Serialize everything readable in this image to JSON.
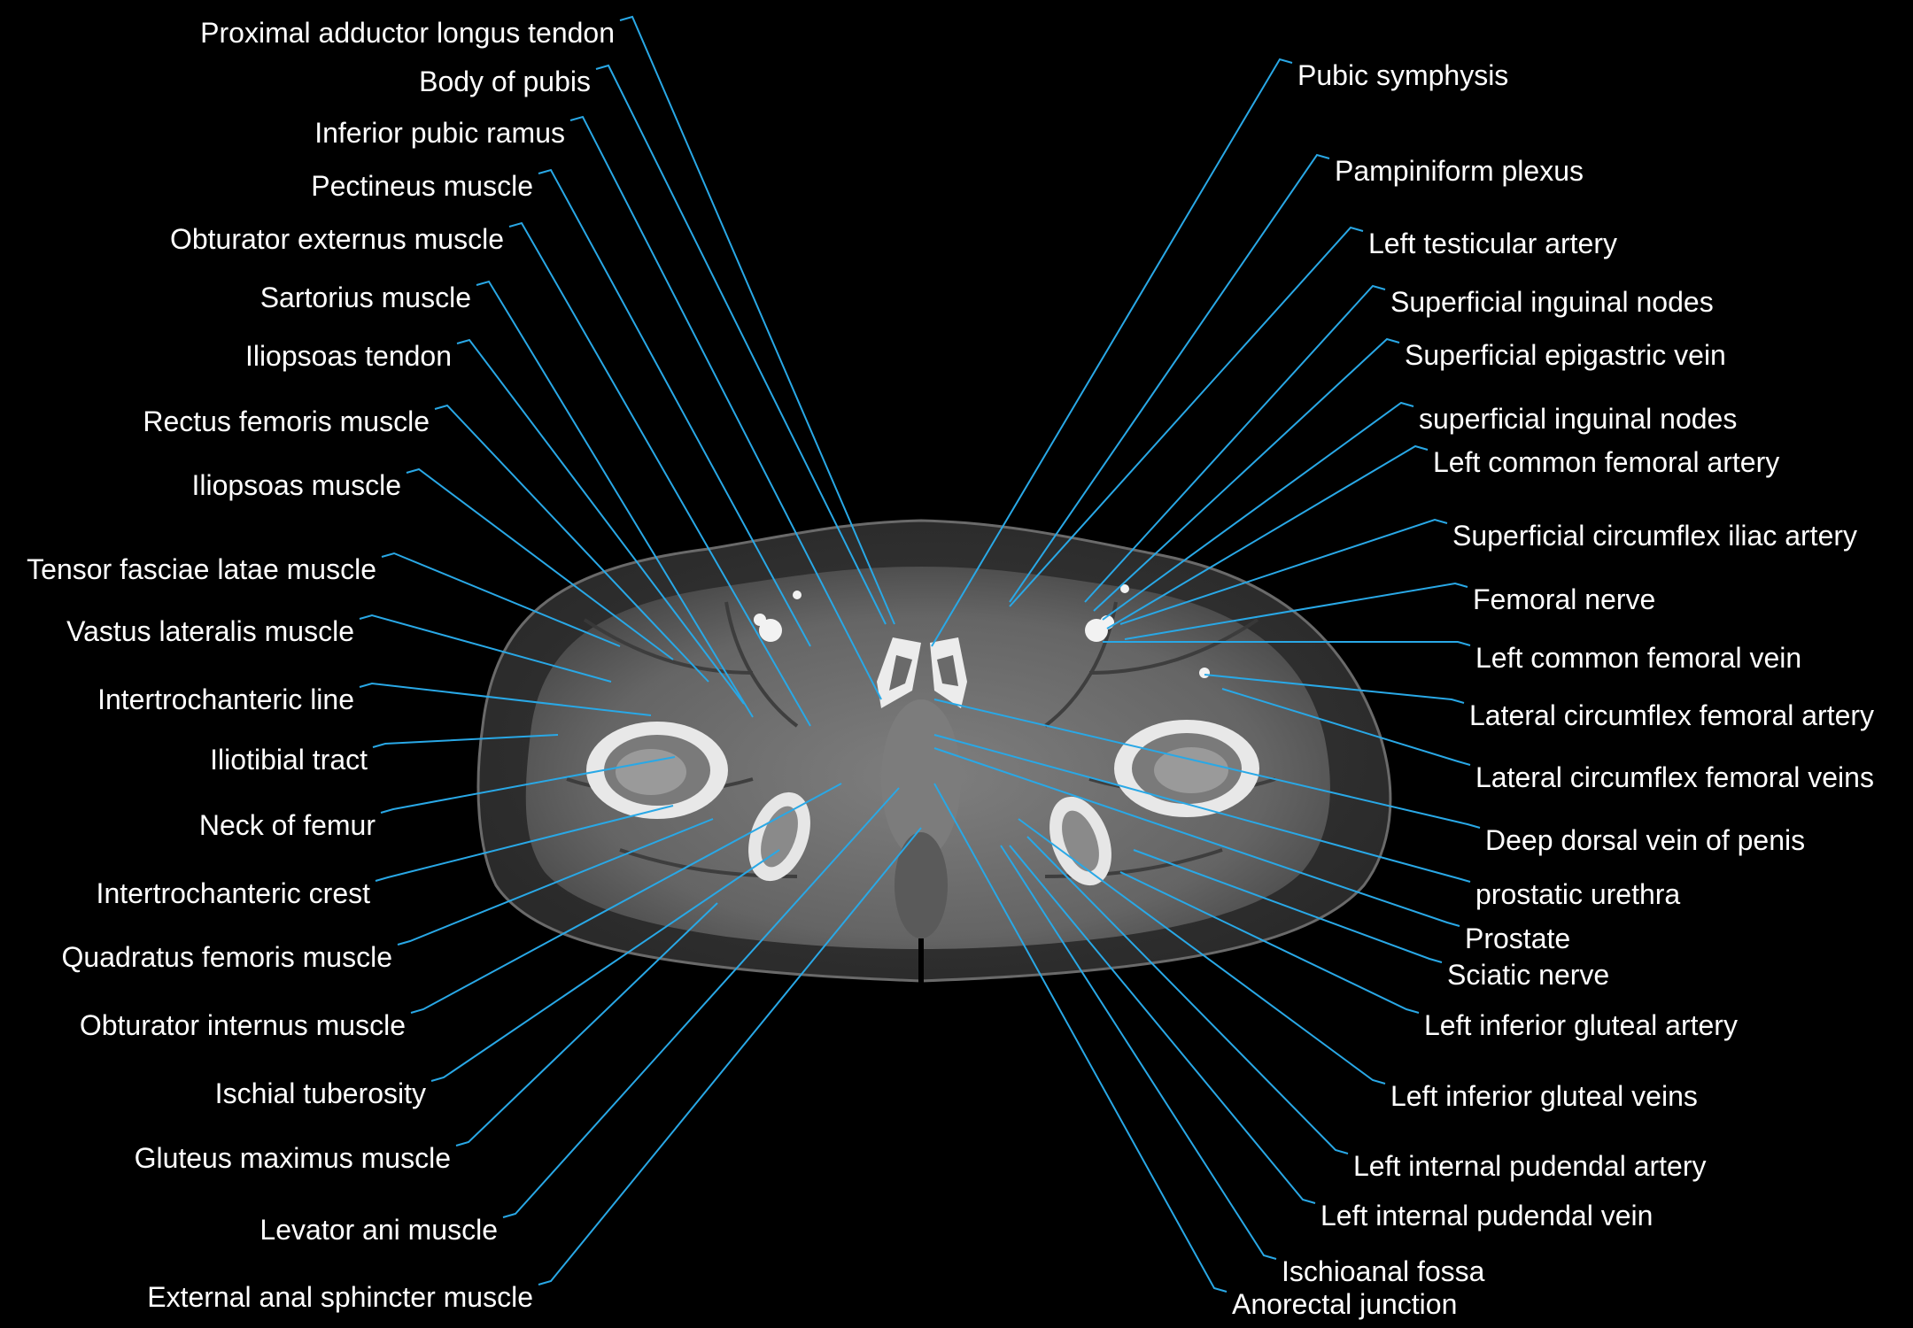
{
  "figure": {
    "background": "#000000",
    "leader_color": "#29a8e6",
    "image_subject": "ct-axial-male-pelvis-femoral-heads"
  },
  "labels_left": [
    "Proximal adductor longus tendon",
    "Body of pubis",
    "Inferior pubic ramus",
    "Pectineus muscle",
    "Obturator externus muscle",
    "Sartorius muscle",
    "Iliopsoas tendon",
    "Rectus femoris muscle",
    "Iliopsoas muscle",
    "Tensor fasciae latae muscle",
    "Vastus lateralis muscle",
    "Intertrochanteric line",
    "Iliotibial tract",
    "Neck of femur",
    "Intertrochanteric crest",
    "Quadratus femoris muscle",
    "Obturator internus muscle",
    "Ischial tuberosity",
    "Gluteus maximus muscle",
    "Levator ani muscle",
    "External anal sphincter muscle"
  ],
  "labels_right": [
    "Pubic symphysis",
    "Pampiniform plexus",
    "Left testicular artery",
    "Superficial inguinal nodes",
    "Superficial epigastric vein",
    "superficial inguinal nodes",
    "Left common femoral artery",
    "Superficial circumflex iliac artery",
    "Femoral nerve",
    "Left common femoral vein",
    "Lateral circumflex femoral artery",
    "Lateral circumflex femoral veins",
    "Deep dorsal vein of penis",
    "prostatic urethra",
    "Prostate",
    "Sciatic nerve",
    "Left inferior gluteal artery",
    "Left inferior gluteal veins",
    "Left internal pudendal artery",
    "Left internal pudendal vein",
    "Ischioanal fossa",
    "Anorectal junction"
  ]
}
